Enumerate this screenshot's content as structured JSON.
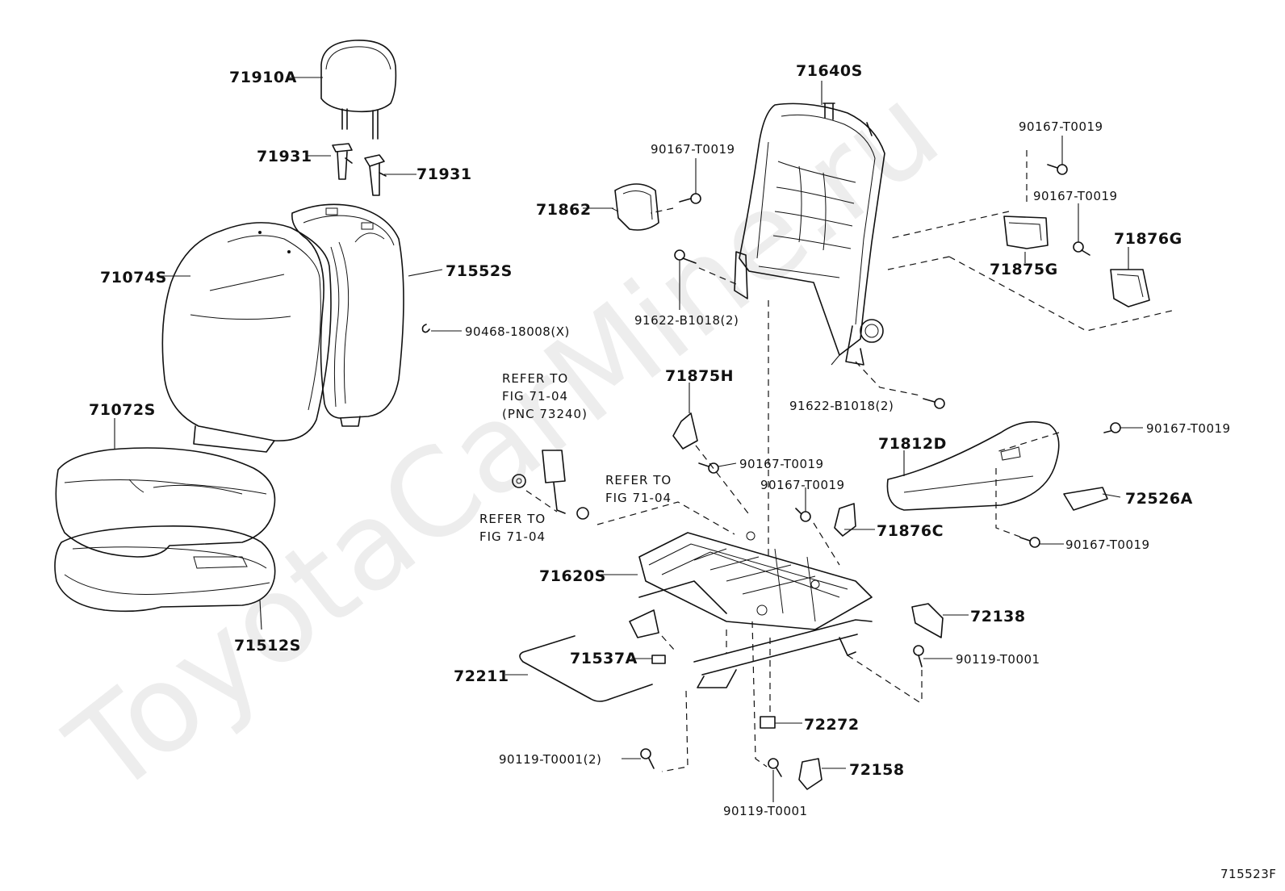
{
  "diagram": {
    "watermark": "ToyotaCarMine.ru",
    "figure_code": "715523F",
    "labels": {
      "p71910A": "71910A",
      "p71931a": "71931",
      "p71931b": "71931",
      "p71074S": "71074S",
      "p71552S": "71552S",
      "p90468": "90468-18008(X)",
      "p71072S": "71072S",
      "p71512S": "71512S",
      "p71640S": "71640S",
      "p90167_top": "90167-T0019",
      "p71862": "71862",
      "p91622_a": "91622-B1018(2)",
      "p91622_b": "91622-B1018(2)",
      "p90167_r1": "90167-T0019",
      "p90167_r2": "90167-T0019",
      "p71876G": "71876G",
      "p71875G": "71875G",
      "ref1_l1": "REFER TO",
      "ref1_l2": "FIG 71-04",
      "ref1_l3": "(PNC 73240)",
      "ref2_l1": "REFER TO",
      "ref2_l2": "FIG 71-04",
      "ref3_l1": "REFER TO",
      "ref3_l2": "FIG 71-04",
      "p71875H": "71875H",
      "p90167_mid1": "90167-T0019",
      "p90167_mid2": "90167-T0019",
      "p71876C": "71876C",
      "p71812D": "71812D",
      "p90167_r3": "90167-T0019",
      "p72526A": "72526A",
      "p90167_r4": "90167-T0019",
      "p71620S": "71620S",
      "p72138": "72138",
      "p90119_r": "90119-T0001",
      "p71537A": "71537A",
      "p72211": "72211",
      "p72272": "72272",
      "p90119_l": "90119-T0001(2)",
      "p72158": "72158",
      "p90119_b": "90119-T0001"
    }
  }
}
